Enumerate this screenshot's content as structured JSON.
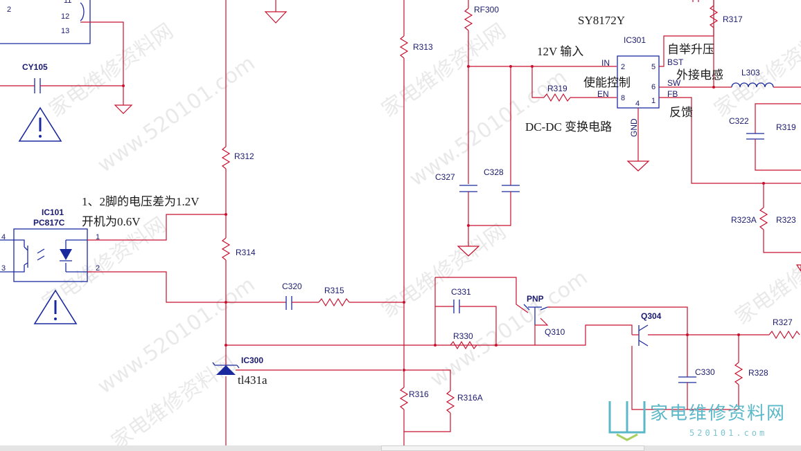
{
  "watermark": {
    "text": "家电维修资料网",
    "url": "www.520101.com"
  },
  "logo": {
    "name": "家电维修资料网",
    "url": "520101.com"
  },
  "ic301": {
    "ref": "IC301",
    "part": "SY8172Y",
    "pins": {
      "in": "IN",
      "en": "EN",
      "bst": "BST",
      "sw": "SW",
      "fb": "FB",
      "gnd": "GND",
      "n2": "2",
      "n8": "8",
      "n5": "5",
      "n6": "6",
      "n1": "1",
      "n4": "4"
    }
  },
  "ic101": {
    "ref": "IC101",
    "part": "PC817C",
    "pin4": "4",
    "pin3": "3",
    "pin1": "1",
    "pin2": "2"
  },
  "ic300": {
    "ref": "IC300",
    "part": "tl431a"
  },
  "top_left_pins": {
    "p11": "11",
    "p12": "12",
    "p13": "13",
    "p2": "2"
  },
  "components": {
    "rf300": "RF300",
    "r313": "R313",
    "r317": "R317",
    "r312": "R312",
    "r314": "R314",
    "r315": "R315",
    "r316": "R316",
    "r316a": "R316A",
    "r319a": "R319",
    "r319b": "R319",
    "r323a": "R323A",
    "r323": "R323",
    "r327": "R327",
    "r328": "R328",
    "r330": "R330",
    "c320": "C320",
    "c322": "C322",
    "c327": "C327",
    "c328": "C328",
    "c330": "C330",
    "c331": "C331",
    "cy105": "CY105",
    "l303": "L303",
    "q310": "Q310",
    "q304": "Q304",
    "pnp": "PNP"
  },
  "annotations": {
    "input12v": "12V 输入",
    "bootstrap": "自举升压",
    "ext_inductor": "外接电感",
    "enable": "使能控制",
    "feedback": "反馈",
    "dcdc": "DC-DC 变换电路",
    "voltage_line1": "1、2脚的电压差为1.2V",
    "voltage_line2": "开机为0.6V"
  },
  "colors": {
    "wire": "#c8102e",
    "symbol": "#1a2a9e",
    "text": "#1a1a6e",
    "logo": "#5bb8c8"
  }
}
